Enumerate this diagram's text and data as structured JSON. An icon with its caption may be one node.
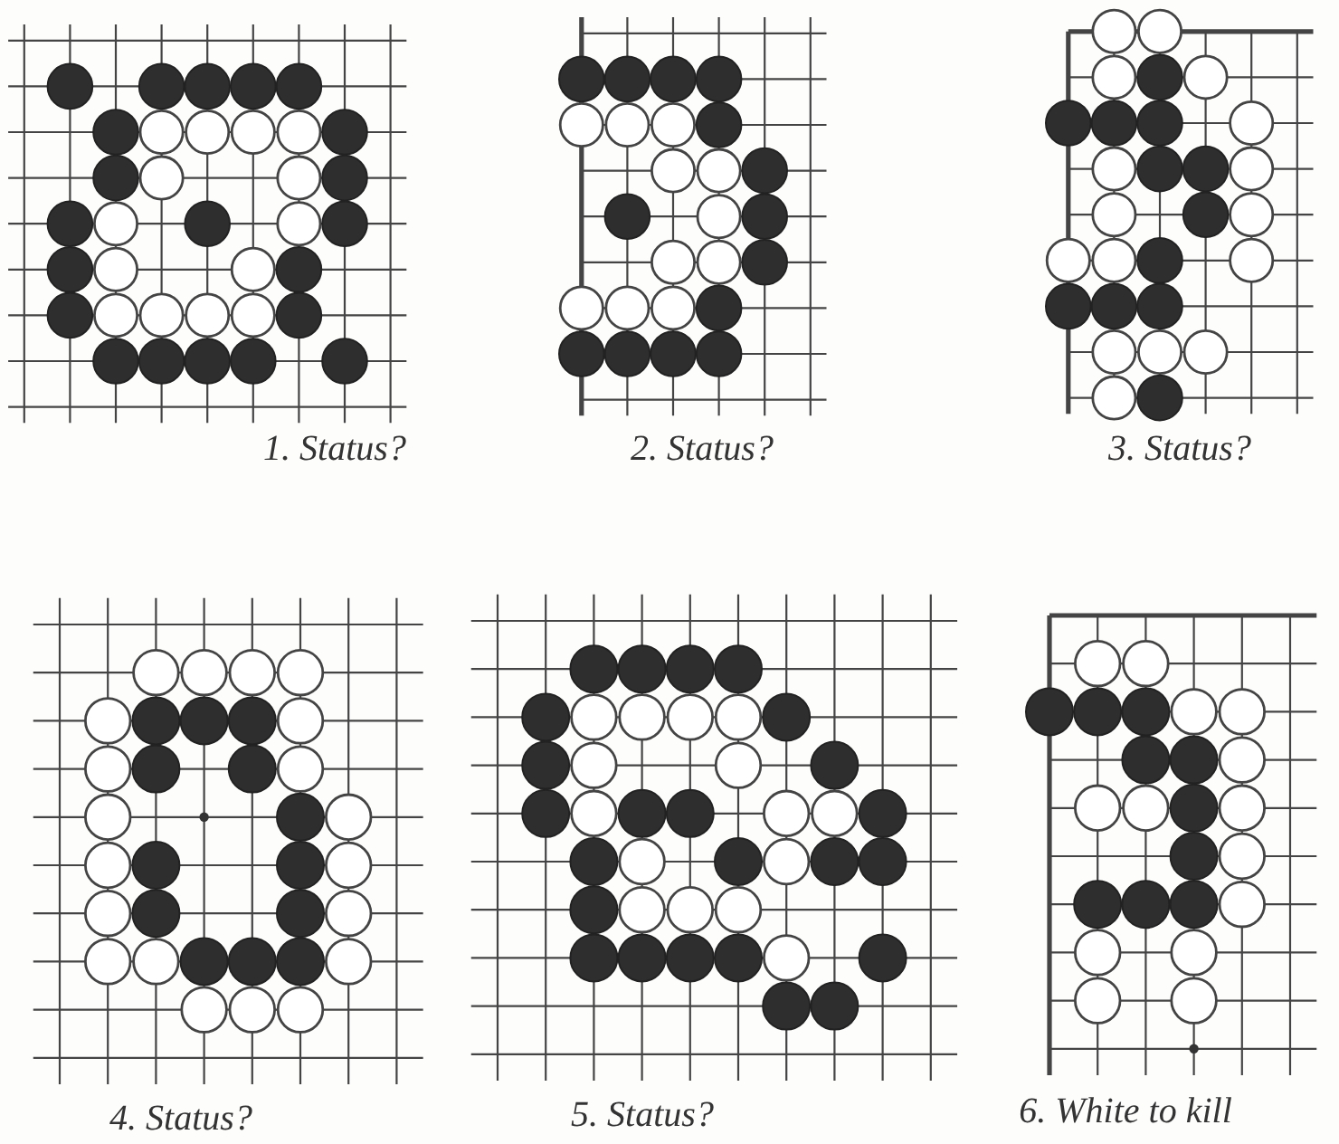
{
  "diagram": {
    "labels": [
      "1. Status?",
      "2. Status?",
      "3. Status?",
      "4. Status?",
      "5. Status?",
      "6. White to kill"
    ]
  }
}
